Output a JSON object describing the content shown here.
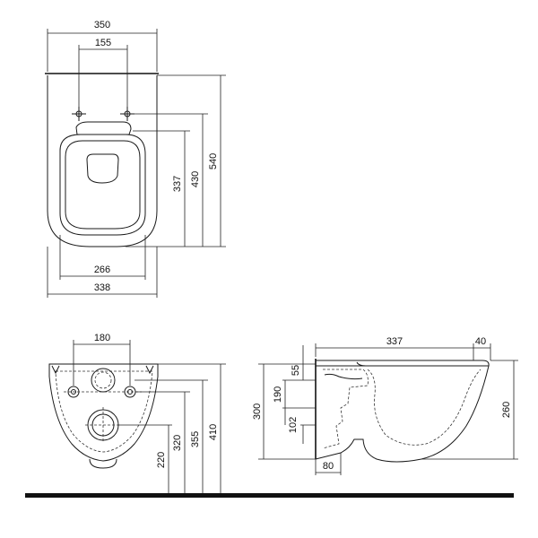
{
  "top_view": {
    "dims": {
      "overall_width": "350",
      "bolt_spacing": "155",
      "height_total": "540",
      "height_mid": "430",
      "seat_opening_height": "337",
      "seat_opening_width": "266",
      "bowl_width": "338"
    }
  },
  "front_view": {
    "dims": {
      "mount_spacing": "180",
      "h220": "220",
      "h320": "320",
      "h355": "355",
      "h410": "410"
    }
  },
  "side_view": {
    "dims": {
      "depth": "337",
      "seat_overhang": "40",
      "height_total": "260",
      "h300": "300",
      "h190": "190",
      "h55": "55",
      "h102": "102",
      "outlet_width": "80"
    }
  },
  "colors": {
    "line": "#1a1a1a",
    "floor": "#111111"
  }
}
